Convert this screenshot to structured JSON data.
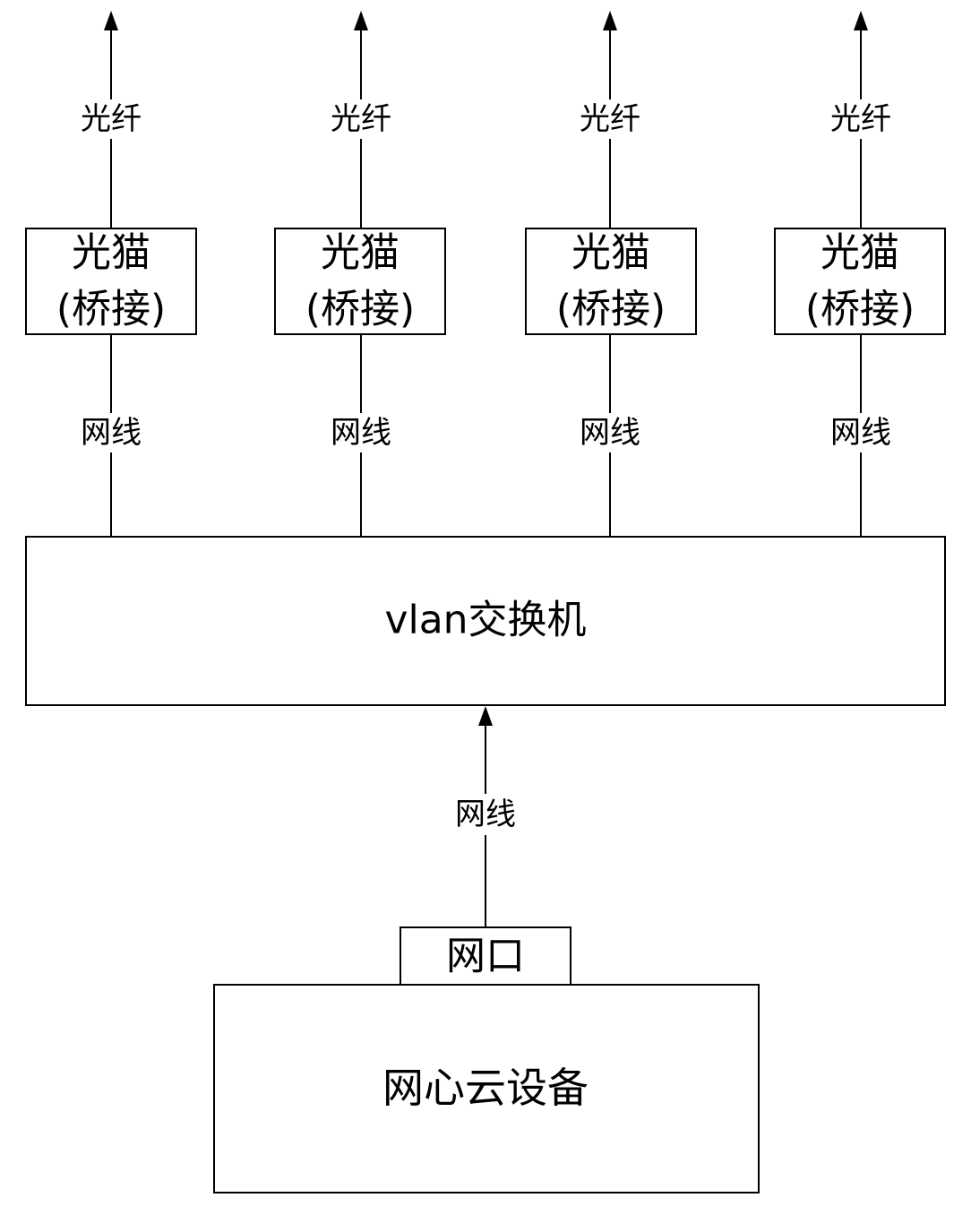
{
  "modems": [
    {
      "line1": "光猫",
      "line2": "(桥接)",
      "fiber_label": "光纤",
      "cable_label": "网线"
    },
    {
      "line1": "光猫",
      "line2": "(桥接)",
      "fiber_label": "光纤",
      "cable_label": "网线"
    },
    {
      "line1": "光猫",
      "line2": "(桥接)",
      "fiber_label": "光纤",
      "cable_label": "网线"
    },
    {
      "line1": "光猫",
      "line2": "(桥接)",
      "fiber_label": "光纤",
      "cable_label": "网线"
    }
  ],
  "switch": {
    "label": "vlan交换机"
  },
  "uplink": {
    "cable_label": "网线"
  },
  "port": {
    "label": "网口"
  },
  "device": {
    "label": "网心云设备"
  }
}
